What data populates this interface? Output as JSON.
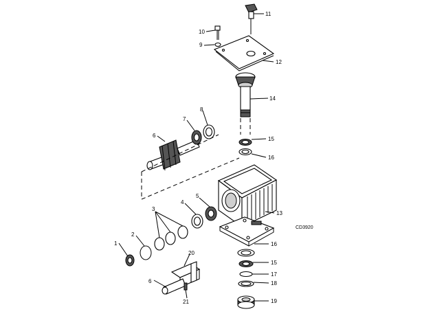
{
  "drawing_id": "CD3920",
  "callouts": [
    {
      "id": "c1",
      "text": "1"
    },
    {
      "id": "c2",
      "text": "2"
    },
    {
      "id": "c3",
      "text": "3"
    },
    {
      "id": "c4",
      "text": "4"
    },
    {
      "id": "c5",
      "text": "5"
    },
    {
      "id": "c6a",
      "text": "6"
    },
    {
      "id": "c6b",
      "text": "6"
    },
    {
      "id": "c7",
      "text": "7"
    },
    {
      "id": "c8",
      "text": "8"
    },
    {
      "id": "c9",
      "text": "9"
    },
    {
      "id": "c10",
      "text": "10"
    },
    {
      "id": "c11",
      "text": "11"
    },
    {
      "id": "c12",
      "text": "12"
    },
    {
      "id": "c13",
      "text": "13"
    },
    {
      "id": "c14",
      "text": "14"
    },
    {
      "id": "c15a",
      "text": "15"
    },
    {
      "id": "c15b",
      "text": "15"
    },
    {
      "id": "c16a",
      "text": "16"
    },
    {
      "id": "c16b",
      "text": "16"
    },
    {
      "id": "c17",
      "text": "17"
    },
    {
      "id": "c18",
      "text": "18"
    },
    {
      "id": "c19",
      "text": "19"
    },
    {
      "id": "c20",
      "text": "20"
    },
    {
      "id": "c21",
      "text": "21"
    }
  ]
}
